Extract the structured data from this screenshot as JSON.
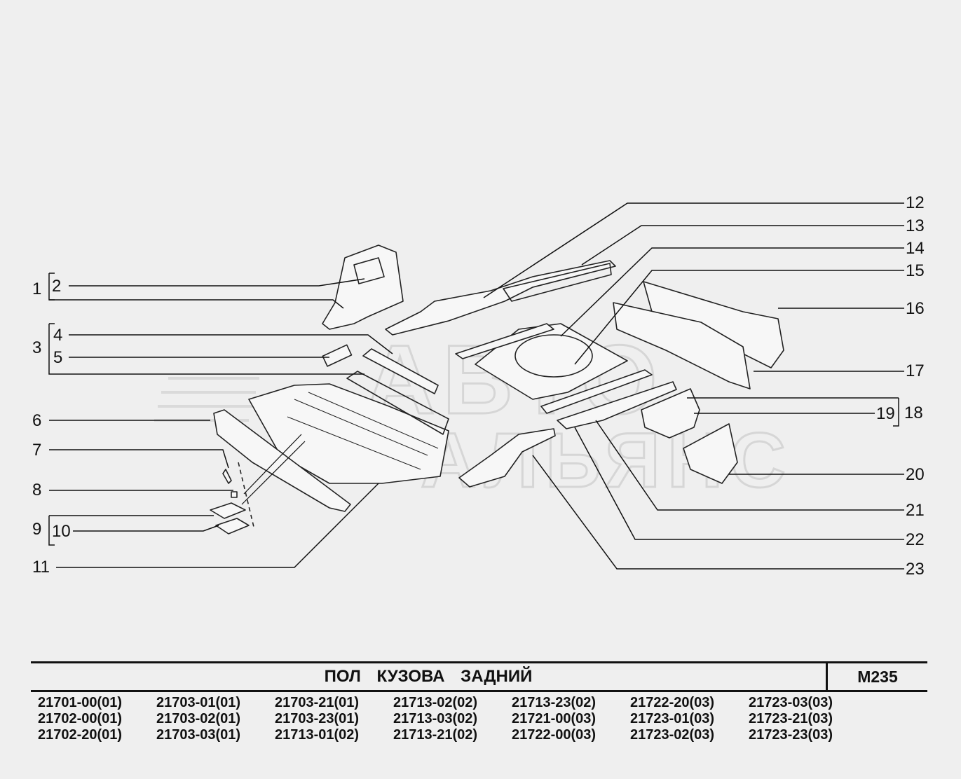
{
  "diagram": {
    "callouts": [
      "1",
      "2",
      "3",
      "4",
      "5",
      "6",
      "7",
      "8",
      "9",
      "10",
      "11",
      "12",
      "13",
      "14",
      "15",
      "16",
      "17",
      "18",
      "19",
      "20",
      "21",
      "22",
      "23"
    ],
    "watermark": [
      "АВТО",
      "АЛЬЯНС"
    ]
  },
  "title_block": {
    "title": "ПОЛ   КУЗОВА   ЗАДНИЙ",
    "code": "М235"
  },
  "models": [
    "21701-00(01)",
    "21703-01(01)",
    "21703-21(01)",
    "21713-02(02)",
    "21713-23(02)",
    "21722-20(03)",
    "21723-03(03)",
    "21702-00(01)",
    "21703-02(01)",
    "21703-23(01)",
    "21713-03(02)",
    "21721-00(03)",
    "21723-01(03)",
    "21723-21(03)",
    "21702-20(01)",
    "21703-03(01)",
    "21713-01(02)",
    "21713-21(02)",
    "21722-00(03)",
    "21723-02(03)",
    "21723-23(03)"
  ],
  "colors": {
    "background": "#efefef",
    "ink": "#111111",
    "watermark": "#dedede"
  }
}
